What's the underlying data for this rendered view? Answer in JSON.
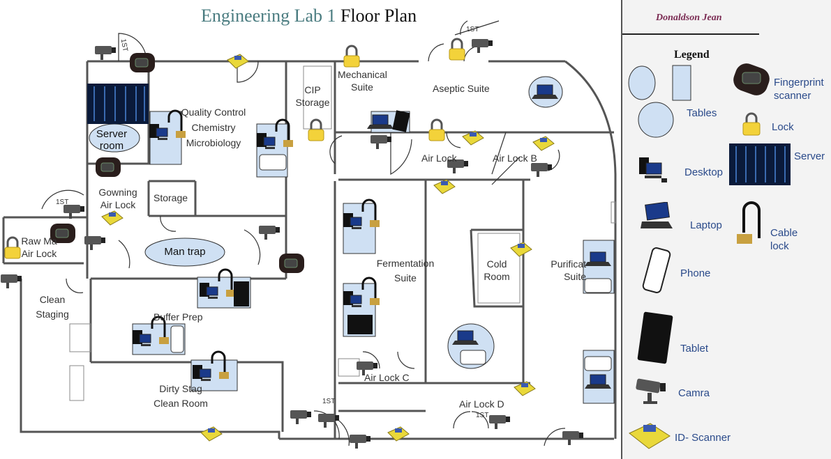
{
  "title": {
    "part1": "Engineering Lab 1",
    "part2": "Floor Plan"
  },
  "author": "Donaldson Jean",
  "door_tag": "1ST",
  "rooms": {
    "mechanical": "Mechanical Suite",
    "cip": "CIP Storage",
    "aseptic": "Aseptic Suite",
    "qc": "Quality Control Chemistry Microbiology",
    "server_room": "Server room",
    "gowning": "Gowning Air Lock",
    "storage": "Storage",
    "raw": "Raw Ma Air Lock",
    "man_trap": "Man trap",
    "air_lock_a": "Air Lock",
    "air_lock_b": "Air Lock B",
    "fermentation": "Fermentation Suite",
    "cold": "Cold Room",
    "purification": "Purificat Suite",
    "clean_staging": "Clean Staging",
    "buffer": "Buffer Prep",
    "dirty": "Dirty Stag Clean Room",
    "air_lock_c": "Air Lock C",
    "air_lock_d": "Air Lock D"
  },
  "legend": {
    "title": "Legend",
    "fingerprint": "Fingerprint scanner",
    "tables": "Tables",
    "lock": "Lock",
    "server": "Server",
    "desktop": "Desktop",
    "laptop": "Laptop",
    "cable_lock": "Cable lock",
    "phone": "Phone",
    "tablet": "Tablet",
    "camera": "Camra",
    "id_scanner": "ID- Scanner"
  },
  "colors": {
    "table_fill": "#cfe0f3",
    "wall": "#555555",
    "lock_yellow": "#f3d23a",
    "title_teal": "#4a7c80",
    "author": "#7a2a52",
    "legend_text": "#2a4a8a"
  }
}
